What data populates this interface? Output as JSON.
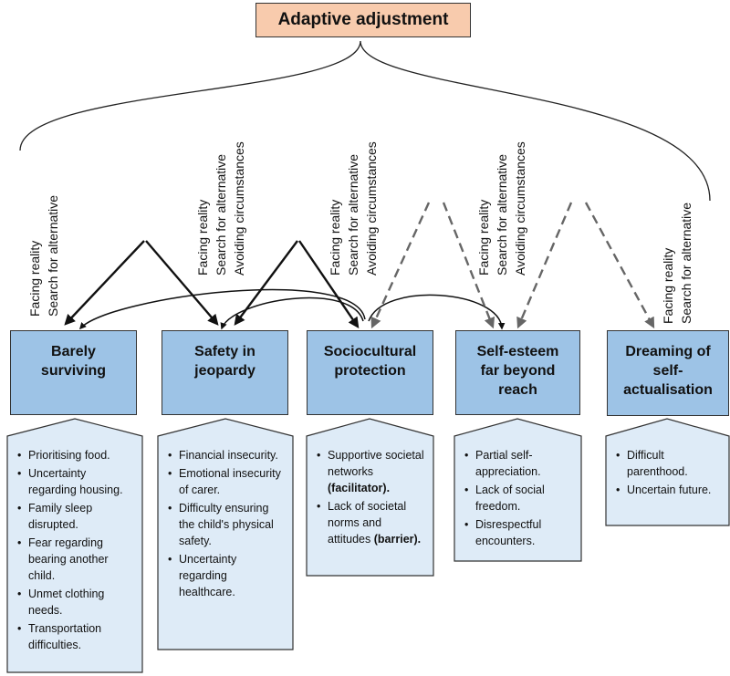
{
  "title": "Adaptive adjustment",
  "strategy_labels": {
    "facing": "Facing reality",
    "search": "Search for alternative",
    "avoid": "Avoiding circumstances"
  },
  "stages": [
    {
      "label": "Barely surviving",
      "items": [
        "Prioritising food.",
        "Uncertainty regarding housing.",
        "Family sleep disrupted.",
        "Fear regarding bearing another child.",
        "Unmet clothing needs.",
        "Transportation difficulties."
      ]
    },
    {
      "label": "Safety in jeopardy",
      "items": [
        "Financial insecurity.",
        "Emotional insecurity of carer.",
        "Difficulty ensuring the child's physical safety.",
        "Uncertainty regarding healthcare."
      ]
    },
    {
      "label": "Sociocultural protection",
      "items": [
        "Supportive societal networks",
        "Lack of societal norms and attitudes"
      ],
      "item_tails": [
        "(facilitator).",
        "(barrier)."
      ]
    },
    {
      "label": "Self-esteem far beyond reach",
      "items": [
        "Partial self-appreciation.",
        "Lack of social freedom.",
        "Disrespectful encounters."
      ]
    },
    {
      "label": "Dreaming of self-actualisation",
      "items": [
        "Difficult parenthood.",
        "Uncertain future."
      ]
    }
  ],
  "colors": {
    "top_box": "#f8cbad",
    "stage_box": "#9dc3e6",
    "detail_box": "#deebf7",
    "outline": "#333333",
    "dashed_arrow": "#666666"
  }
}
